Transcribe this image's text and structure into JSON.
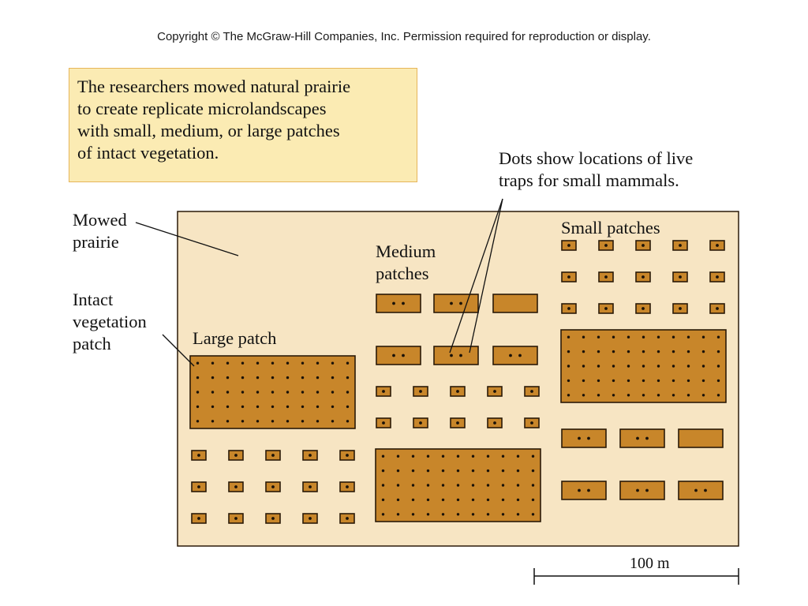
{
  "copyright": "Copyright © The McGraw-Hill Companies, Inc. Permission required for reproduction or display.",
  "caption": "The researchers mowed natural prairie\nto create replicate microlandscapes\nwith small, medium, or large patches\nof intact vegetation.",
  "labels": {
    "dots": "Dots show locations of live\ntraps for small mammals.",
    "mowed": "Mowed\nprairie",
    "intact": "Intact\nvegetation\npatch",
    "large": "Large patch",
    "medium": "Medium\npatches",
    "small": "Small patches",
    "scale": "100 m"
  },
  "colors": {
    "prairie": "#f7e5c3",
    "patch": "#c8862a",
    "outline": "#2a1a08",
    "dot": "#1a1209",
    "caption_bg": "#fbebb3",
    "caption_border": "#e6b55a"
  }
}
